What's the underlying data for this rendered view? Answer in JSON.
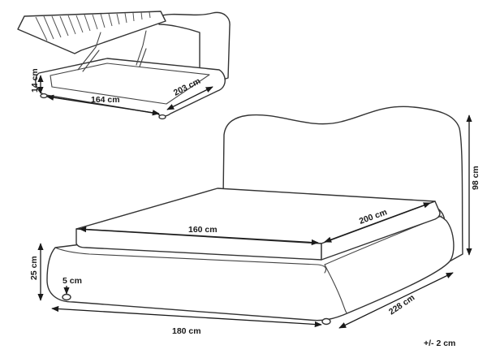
{
  "storage_view": {
    "length_label": "164 cm",
    "depth_label": "203 cm",
    "height_label": "14 cm"
  },
  "main_view": {
    "mattress_width_label": "160 cm",
    "mattress_length_label": "200 cm",
    "bed_height_label": "98 cm",
    "frame_height_label": "25 cm",
    "leg_height_label": "5 cm",
    "outer_width_label": "180 cm",
    "outer_length_label": "228 cm"
  },
  "tolerance_note": "+/- 2 cm"
}
